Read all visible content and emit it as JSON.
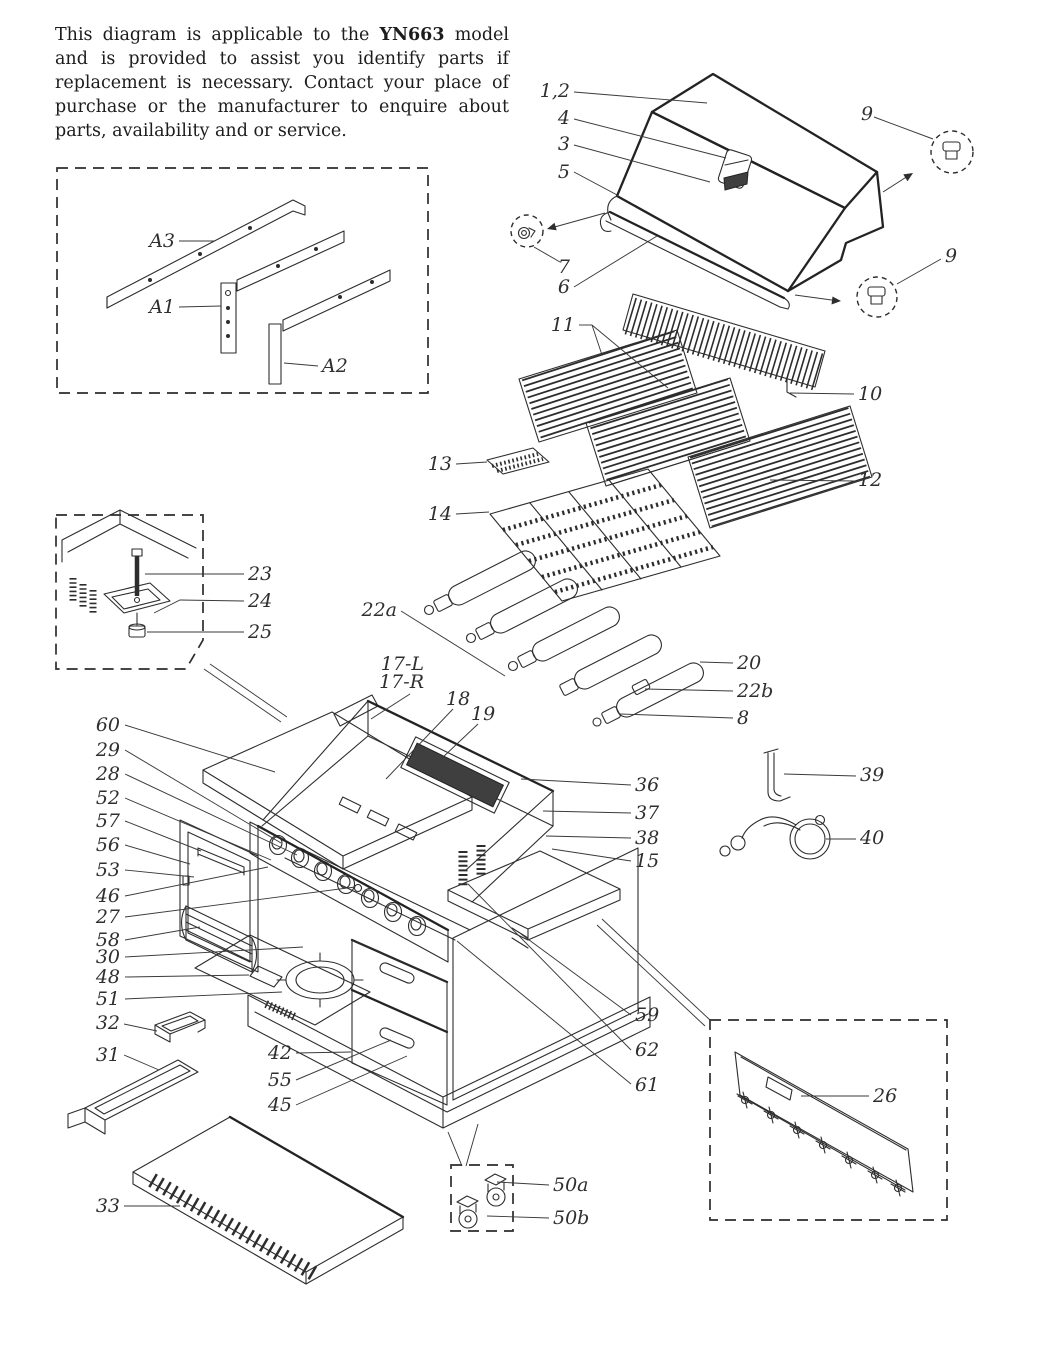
{
  "intro": {
    "before": "This diagram is applicable to the ",
    "model": "YN663",
    "after": " model and is provided to assist you identify parts if replacement is necessary.  Contact your place of purchase or the manufacturer to enquire about parts, availability and or service."
  },
  "labels": {
    "a3": "A3",
    "a1": "A1",
    "a2": "A2",
    "n1_2": "1,2",
    "n3": "3",
    "n4": "4",
    "n5": "5",
    "n6": "6",
    "n7": "7",
    "n9": "9",
    "n10": "10",
    "n11": "11",
    "n12": "12",
    "n13": "13",
    "n14": "14",
    "n15": "15",
    "n17l": "17-L",
    "n17r": "17-R",
    "n18": "18",
    "n19": "19",
    "n20": "20",
    "n22a": "22a",
    "n22b": "22b",
    "n8": "8",
    "n23": "23",
    "n24": "24",
    "n25": "25",
    "n26": "26",
    "n27": "27",
    "n28": "28",
    "n29": "29",
    "n30": "30",
    "n31": "31",
    "n32": "32",
    "n33": "33",
    "n36": "36",
    "n37": "37",
    "n38": "38",
    "n39": "39",
    "n40": "40",
    "n42": "42",
    "n45": "45",
    "n46": "46",
    "n48": "48",
    "n50a": "50a",
    "n50b": "50b",
    "n51": "51",
    "n52": "52",
    "n53": "53",
    "n55": "55",
    "n56": "56",
    "n57": "57",
    "n58": "58",
    "n59": "59",
    "n60": "60",
    "n61": "61",
    "n62": "62"
  }
}
